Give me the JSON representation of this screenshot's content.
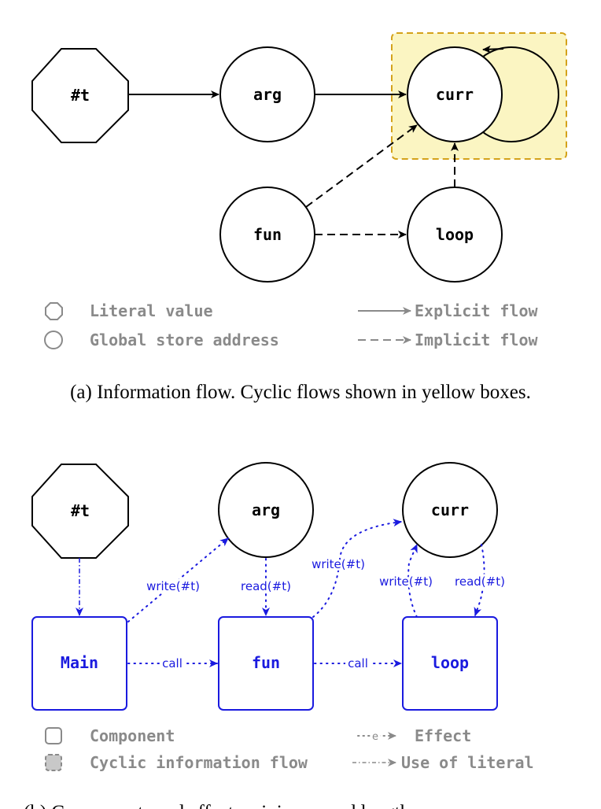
{
  "figure_a": {
    "nodes": {
      "t": "#t",
      "arg": "arg",
      "curr": "curr",
      "fun": "fun",
      "loop": "loop"
    },
    "legend": {
      "literal": "Literal value",
      "global": "Global store address",
      "explicit": "Explicit flow",
      "implicit": "Implicit flow"
    },
    "caption": "(a) Information flow. Cyclic flows shown in yellow boxes."
  },
  "figure_b": {
    "nodes": {
      "t": "#t",
      "arg": "arg",
      "curr": "curr",
      "main": "Main",
      "fun": "fun",
      "loop": "loop"
    },
    "edges": {
      "write_arg": "write(#t)",
      "read_arg": "read(#t)",
      "write_curr_fun": "write(#t)",
      "write_curr_loop": "write(#t)",
      "read_curr": "read(#t)",
      "call_main_fun": "call",
      "call_fun_loop": "call"
    },
    "legend": {
      "component": "Component",
      "cyclic": "Cyclic information flow",
      "effect_mark": "e",
      "effect": "Effect",
      "use_literal": "Use of literal"
    },
    "caption": "(b)  Components and effects   minimum  and        lengths"
  },
  "colors": {
    "blue": "#1a1adf",
    "yellow_fill": "#fbf5c2",
    "yellow_border": "#d4a21a",
    "legend_gray": "#8a8a8a"
  }
}
